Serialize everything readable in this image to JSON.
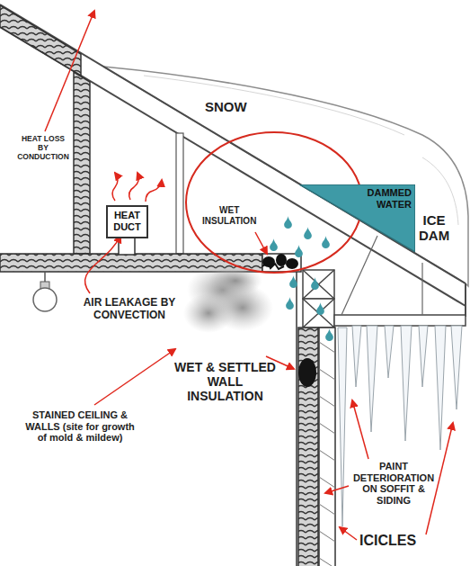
{
  "diagram": {
    "nodes": [
      {
        "text": [
          "HEAT DUCT"
        ]
      },
      {
        "text": [
          "DAMMED WATER"
        ]
      }
    ],
    "labels": [
      "HEAT LOSS BY CONDUCTION",
      "SNOW",
      "WET INSULATION",
      "ICE DAM",
      "AIR LEAKAGE BY CONVECTION",
      "STAINED CEILING & WALLS (site for growth of mold & mildew)",
      "WET & SETTLED WALL INSULATION",
      "PAINT DETERIORATION ON SOFFIT & SIDING",
      "ICICLES"
    ]
  }
}
